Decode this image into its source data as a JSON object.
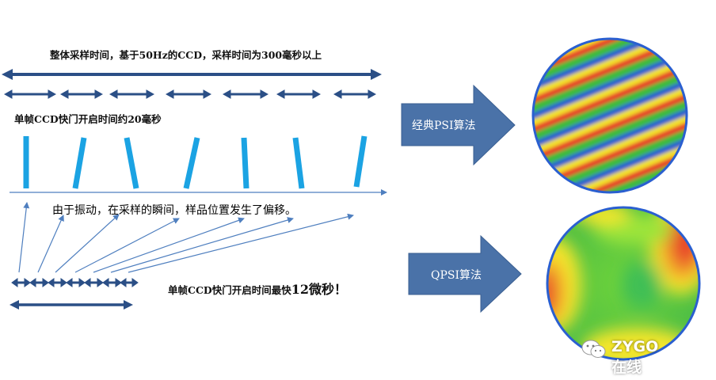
{
  "texts": {
    "total_sampling": "整体采样时间，基于50Hz的CCD，采样时间为300毫秒以上",
    "single_frame": "单帧CCD快门开启时间约20毫秒",
    "vibration": "由于振动，在采样的瞬间，样品位置发生了偏移。",
    "fast_prefix": "单帧CCD快门开启时间最快",
    "fast_value": "12微秒！",
    "psi_arrow": "经典PSI算法",
    "qpsi_arrow": "QPSI算法",
    "watermark": "ZYGO在线"
  },
  "icons": {
    "watermark": "wechat-icon"
  },
  "colors": {
    "navy_arrow": "#2b4f86",
    "cyan_bar": "#1ba3e3",
    "block_arrow": "#4a72a8",
    "thin_line": "#4f7fbf"
  }
}
